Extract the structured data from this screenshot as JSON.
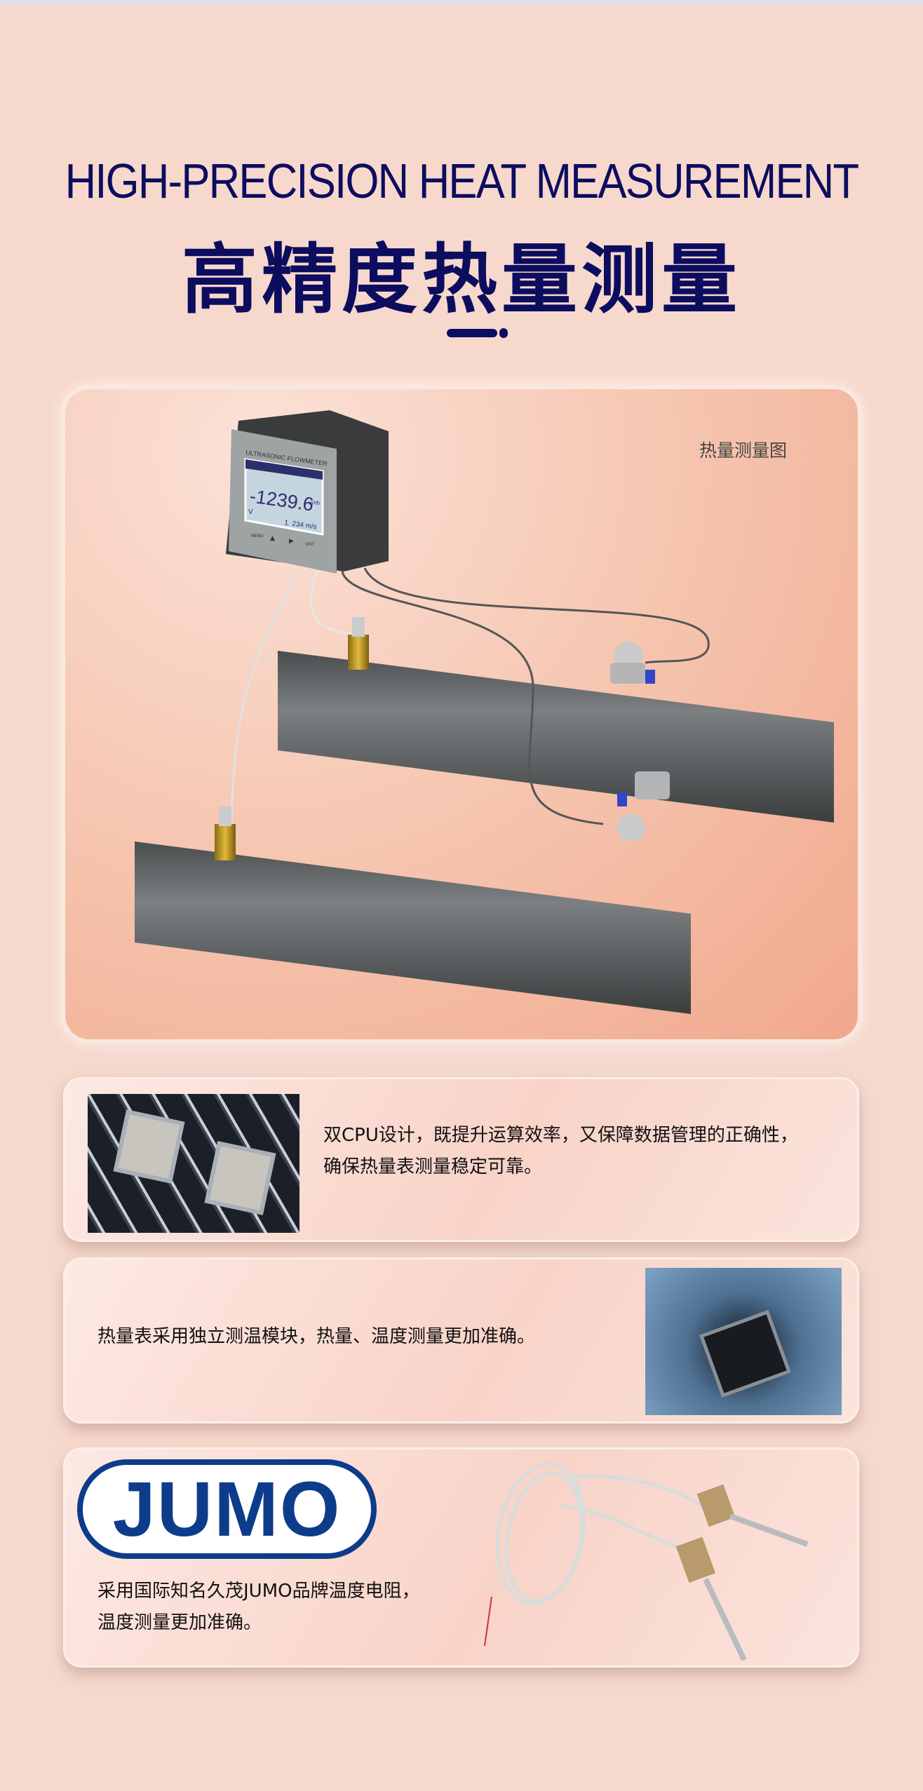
{
  "header": {
    "title_en": "HIGH-PRECISION HEAT MEASUREMENT",
    "title_cn": "高精度热量测量"
  },
  "diagram": {
    "label": "热量测量图",
    "device": {
      "brand_text": "ULTRASONIC FLOWMETER",
      "reading": "-1239.6",
      "reading_unit": "m³/h",
      "velocity_label": "V",
      "velocity": "1. 234 m/s",
      "buttons": [
        "MENU",
        "▲",
        "▶",
        "ENT"
      ]
    }
  },
  "features": [
    {
      "text_lines": [
        "双CPU设计，既提升运算效率，又保障数据管理的正确性，",
        "确保热量表测量稳定可靠。"
      ]
    },
    {
      "text_lines": [
        "热量表采用独立测温模块，热量、温度测量更加准确。"
      ]
    },
    {
      "logo": "JUMO",
      "text_lines": [
        "采用国际知名久茂JUMO品牌温度电阻，",
        "温度测量更加准确。"
      ]
    }
  ],
  "colors": {
    "title": "#0d0d5f",
    "background": "#f6d8cd",
    "jumo_blue": "#0d3c8a"
  }
}
